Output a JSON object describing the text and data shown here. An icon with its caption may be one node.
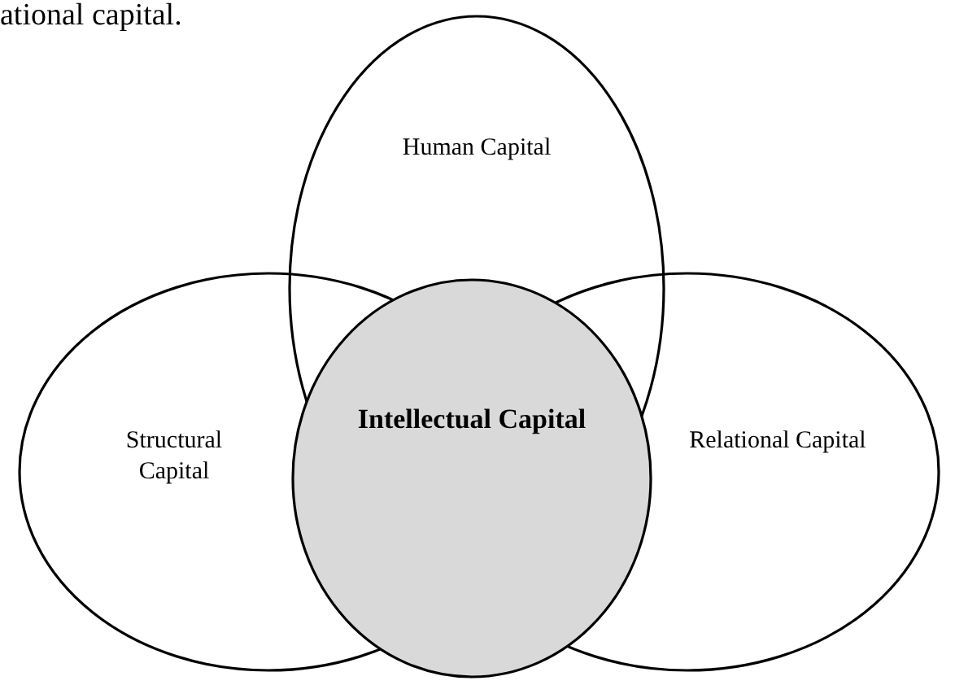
{
  "diagram": {
    "nodes": [
      {
        "text": [
          "Structural Capital"
        ]
      },
      {
        "text": [
          "Relational Capital"
        ]
      },
      {
        "text": [
          "Human Capital"
        ]
      },
      {
        "text": [
          "Intellectual Capital"
        ]
      }
    ],
    "labels": [
      "ational capital."
    ]
  }
}
